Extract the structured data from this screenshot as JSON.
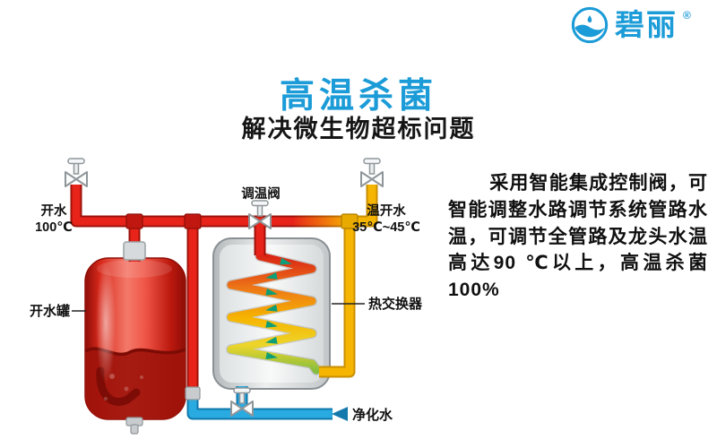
{
  "logo": {
    "brand": "碧丽",
    "registered": "®"
  },
  "header": {
    "title": "高温杀菌",
    "subtitle": "解决微生物超标问题"
  },
  "description": {
    "text": "采用智能集成控制阀，可智能调整水路调节系统管路水温，可调节全管路及龙头水温高达90 ℃以上，高温杀菌100%"
  },
  "diagram": {
    "labels": {
      "boiling_outlet_line1": "开水",
      "boiling_outlet_line2": "100℃",
      "temp_valve": "调温阀",
      "warm_outlet_line1": "温开水",
      "warm_outlet_line2": "35℃~45℃",
      "tank": "开水罐",
      "heat_exchanger": "热交换器",
      "purified_water": "净化水"
    },
    "colors": {
      "accent_blue": "#1B9BD7",
      "hot_pipe_red": "#E8231A",
      "warm_pipe_yellow": "#F6B500",
      "cold_pipe_blue": "#29ABE2",
      "coil_arrow_green": "#0E9E77",
      "text_black": "#111111"
    }
  }
}
